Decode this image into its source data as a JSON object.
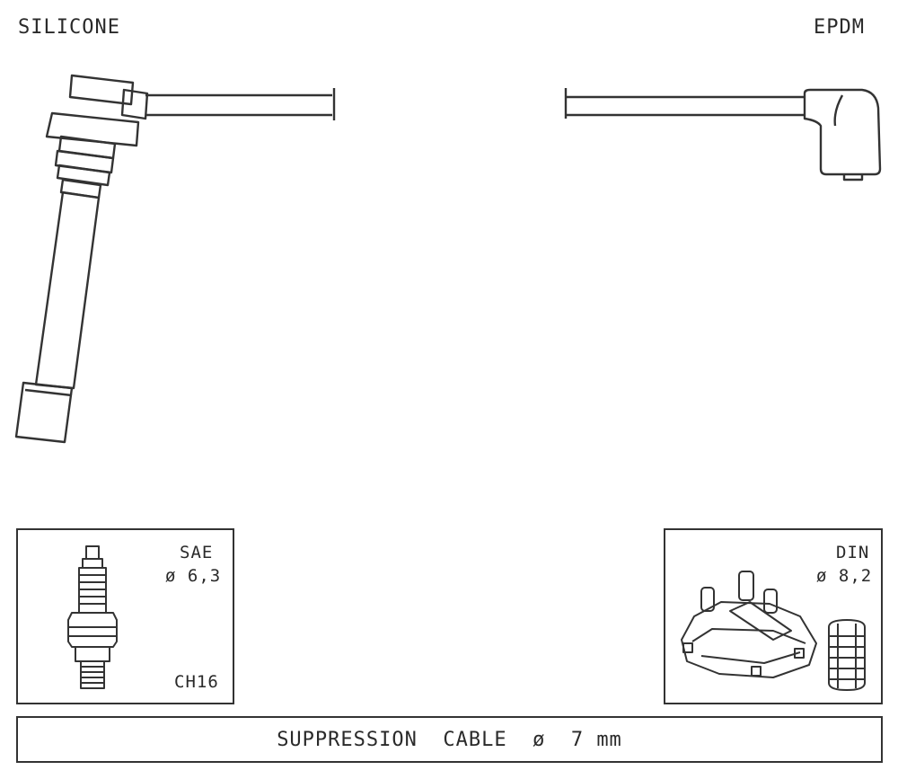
{
  "labels": {
    "top_left": "SILICONE",
    "top_right": "EPDM"
  },
  "plug_panel": {
    "standard": "SAE",
    "diameter": "ø 6,3",
    "code": "CH16"
  },
  "cap_panel": {
    "standard": "DIN",
    "diameter": "ø 8,2"
  },
  "footer": {
    "text": "SUPPRESSION  CABLE  ø  7 mm"
  },
  "colors": {
    "line": "#333333",
    "background": "#ffffff"
  }
}
